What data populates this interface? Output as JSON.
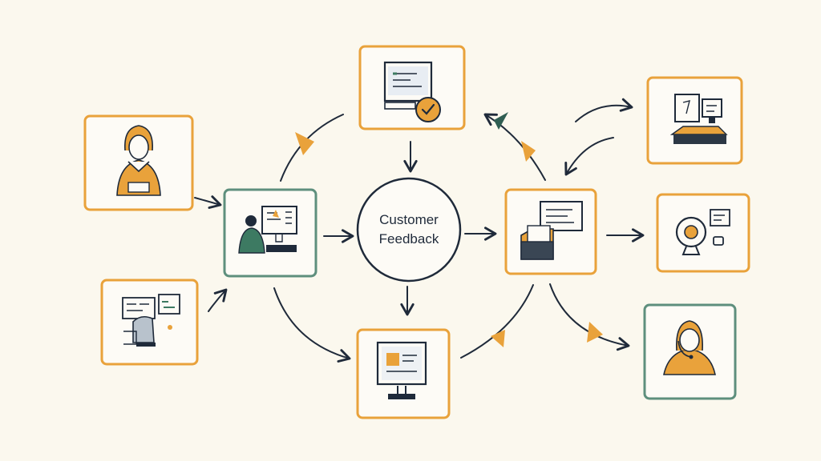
{
  "hub": {
    "label_line1": "Customer",
    "label_line2": "Feedback"
  },
  "colors": {
    "background": "#fbf8ee",
    "orange": "#e9a23b",
    "teal": "#5e8f7d",
    "ink": "#1f2a3a",
    "card_fill": "#fdfbf6"
  },
  "nodes": [
    {
      "id": "customer-top-left",
      "icon": "person-headset-icon",
      "border": "orange"
    },
    {
      "id": "agent-workstation",
      "icon": "agent-computer-icon",
      "border": "teal"
    },
    {
      "id": "kiosk-terminal",
      "icon": "terminal-screens-icon",
      "border": "orange"
    },
    {
      "id": "approved-monitor",
      "icon": "monitor-checkmark-icon",
      "border": "orange"
    },
    {
      "id": "report-monitor",
      "icon": "monitor-report-icon",
      "border": "orange"
    },
    {
      "id": "feedback-processing",
      "icon": "documents-folder-icon",
      "border": "orange"
    },
    {
      "id": "desk-screens",
      "icon": "desk-screens-icon",
      "border": "orange"
    },
    {
      "id": "webcam-device",
      "icon": "webcam-icon",
      "border": "orange"
    },
    {
      "id": "support-agent",
      "icon": "person-headset-icon",
      "border": "teal"
    }
  ]
}
